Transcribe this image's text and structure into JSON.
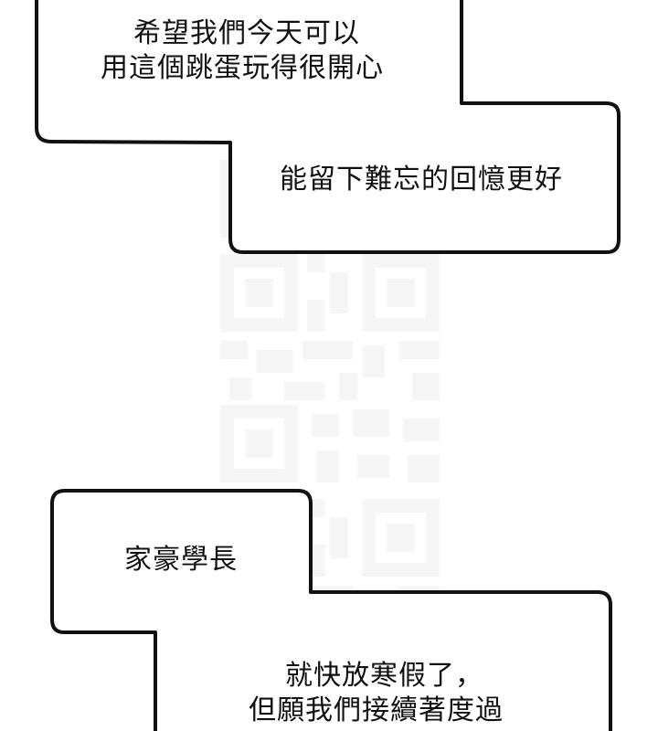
{
  "colors": {
    "background": "#ffffff",
    "bubble_stroke": "#111111",
    "bubble_fill": "#ffffff",
    "text": "#111111",
    "watermark": "#f7f7f7"
  },
  "panel": {
    "bubbles": [
      {
        "id": "bubble-1",
        "lines": [
          "希望我們今天可以",
          "用這個跳蛋玩得很開心",
          "能留下難忘的回憶更好"
        ]
      },
      {
        "id": "bubble-2",
        "lines": [
          "家豪學長",
          "就快放寒假了，",
          "但願我們接續著度過"
        ]
      }
    ]
  }
}
